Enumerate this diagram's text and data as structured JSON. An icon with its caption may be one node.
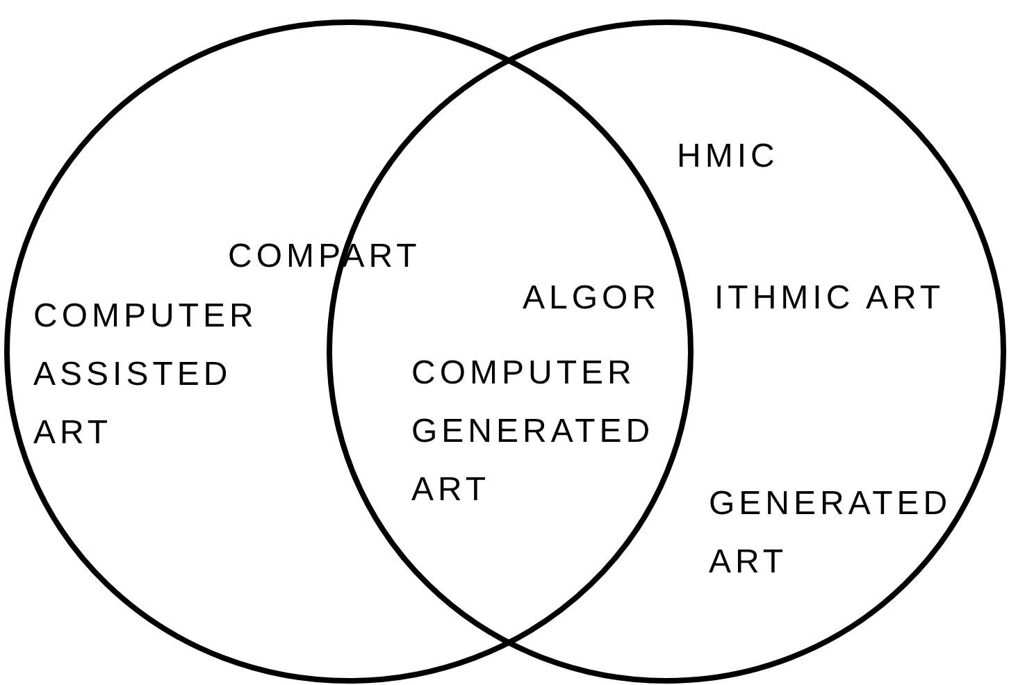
{
  "diagram": {
    "nodes": [
      {
        "text": [],
        "shape": "circle"
      },
      {
        "text": [],
        "shape": "circle"
      }
    ],
    "labels": [
      "HMIC",
      "COMPART",
      "ALGOR",
      "ITHMIC ART",
      "COMPUTER ASSISTED ART",
      "COMPUTER GENERATED ART",
      "GENERATED ART"
    ]
  }
}
